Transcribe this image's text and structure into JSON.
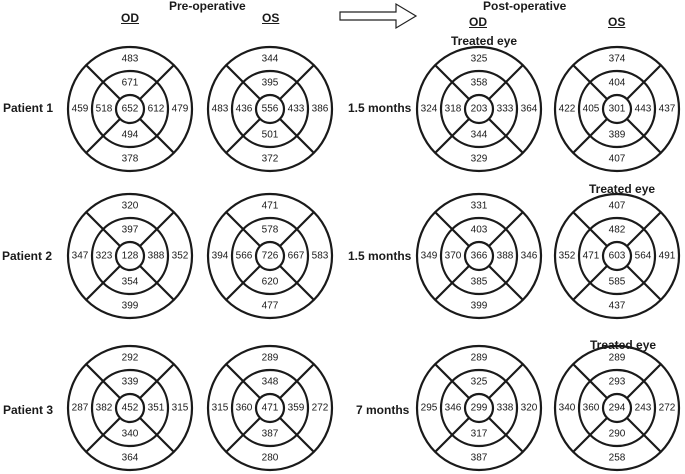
{
  "headers": {
    "pre": "Pre-operative",
    "post": "Post-operative",
    "od": "OD",
    "os": "OS"
  },
  "patients": [
    {
      "label": "Patient 1",
      "time": "1.5 months",
      "pre_od": {
        "center": "652",
        "inner_top": "671",
        "inner_right": "612",
        "inner_bottom": "494",
        "inner_left": "518",
        "outer_top": "483",
        "outer_right": "479",
        "outer_bottom": "378",
        "outer_left": "459"
      },
      "pre_os": {
        "center": "556",
        "inner_top": "395",
        "inner_right": "433",
        "inner_bottom": "501",
        "inner_left": "436",
        "outer_top": "344",
        "outer_right": "386",
        "outer_bottom": "372",
        "outer_left": "483"
      },
      "post_od": {
        "center": "203",
        "inner_top": "358",
        "inner_right": "333",
        "inner_bottom": "344",
        "inner_left": "318",
        "outer_top": "325",
        "outer_right": "364",
        "outer_bottom": "329",
        "outer_left": "324",
        "treated": "Treated eye"
      },
      "post_os": {
        "center": "301",
        "inner_top": "404",
        "inner_right": "443",
        "inner_bottom": "389",
        "inner_left": "405",
        "outer_top": "374",
        "outer_right": "437",
        "outer_bottom": "407",
        "outer_left": "422"
      }
    },
    {
      "label": "Patient 2",
      "time": "1.5 months",
      "pre_od": {
        "center": "128",
        "inner_top": "397",
        "inner_right": "388",
        "inner_bottom": "354",
        "inner_left": "323",
        "outer_top": "320",
        "outer_right": "352",
        "outer_bottom": "399",
        "outer_left": "347"
      },
      "pre_os": {
        "center": "726",
        "inner_top": "578",
        "inner_right": "667",
        "inner_bottom": "620",
        "inner_left": "566",
        "outer_top": "471",
        "outer_right": "583",
        "outer_bottom": "477",
        "outer_left": "394"
      },
      "post_od": {
        "center": "366",
        "inner_top": "403",
        "inner_right": "388",
        "inner_bottom": "385",
        "inner_left": "370",
        "outer_top": "331",
        "outer_right": "346",
        "outer_bottom": "399",
        "outer_left": "349"
      },
      "post_os": {
        "center": "603",
        "inner_top": "482",
        "inner_right": "564",
        "inner_bottom": "585",
        "inner_left": "471",
        "outer_top": "407",
        "outer_right": "491",
        "outer_bottom": "437",
        "outer_left": "352",
        "treated": "Treated eye"
      }
    },
    {
      "label": "Patient 3",
      "time": "7 months",
      "pre_od": {
        "center": "452",
        "inner_top": "339",
        "inner_right": "351",
        "inner_bottom": "340",
        "inner_left": "382",
        "outer_top": "292",
        "outer_right": "315",
        "outer_bottom": "364",
        "outer_left": "287"
      },
      "pre_os": {
        "center": "471",
        "inner_top": "348",
        "inner_right": "359",
        "inner_bottom": "387",
        "inner_left": "360",
        "outer_top": "289",
        "outer_right": "272",
        "outer_bottom": "280",
        "outer_left": "315"
      },
      "post_od": {
        "center": "299",
        "inner_top": "325",
        "inner_right": "338",
        "inner_bottom": "317",
        "inner_left": "346",
        "outer_top": "289",
        "outer_right": "320",
        "outer_bottom": "387",
        "outer_left": "295"
      },
      "post_os": {
        "center": "294",
        "inner_top": "293",
        "inner_right": "243",
        "inner_bottom": "290",
        "inner_left": "360",
        "outer_top": "289",
        "outer_right": "272",
        "outer_bottom": "258",
        "outer_left": "340",
        "treated": "Treated eye"
      }
    }
  ]
}
